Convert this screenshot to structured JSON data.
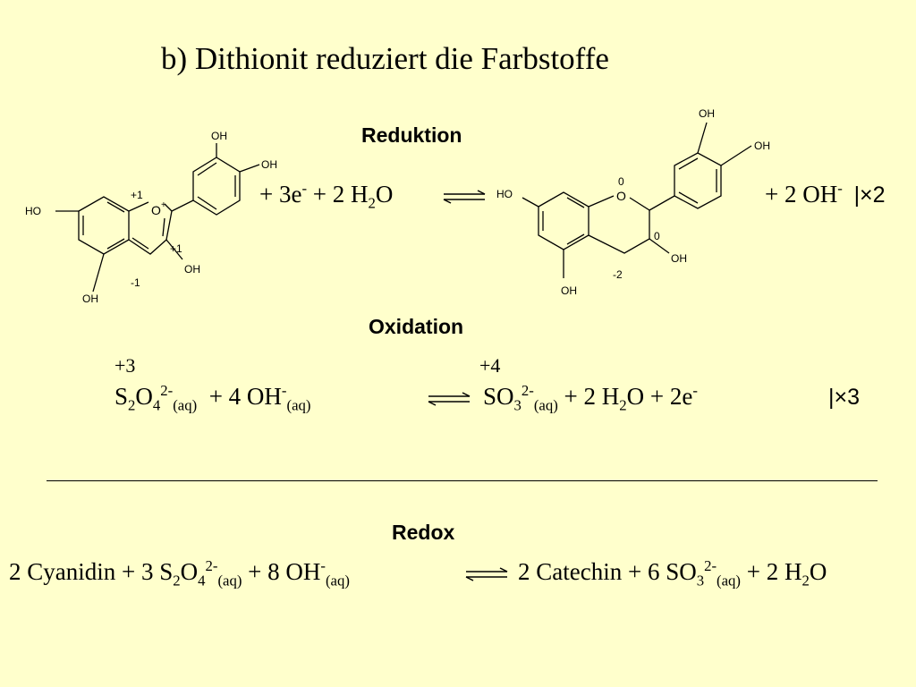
{
  "title": "b) Dithionit reduziert die Farbstoffe",
  "reduktion": {
    "heading": "Reduktion",
    "reactants": {
      "plus1": "+ 3e",
      "electron_sup": "-",
      "plus2": " + 2 H",
      "h2o_sub": "2",
      "h2o_o": "O"
    },
    "products": {
      "text": "+ 2 OH",
      "sup": "-",
      "factor": "|×2"
    },
    "cyanidin_labels": {
      "oh_top1": "OH",
      "oh_top2": "OH",
      "ho_left": "HO",
      "o_plus": "O",
      "plus_sign": "+",
      "ox_o": "+1",
      "ox_c3": "+1",
      "ox_c4": "-1",
      "oh_c3": "OH",
      "oh_bottom": "OH"
    },
    "catechin_labels": {
      "oh_top1": "OH",
      "oh_top2": "OH",
      "ho_left": "HO",
      "o_ring": "O",
      "ox_o": "0",
      "ox_c3": "0",
      "ox_c4": "-2",
      "oh_c3": "OH",
      "oh_bottom": "OH"
    }
  },
  "oxidation": {
    "heading": "Oxidation",
    "ox_left": "+3",
    "ox_right": "+4",
    "left": {
      "s": "S",
      "s_sub": "2",
      "o": "O",
      "o_sub": "4",
      "charge": "2-",
      "aq1": "(aq)",
      "plus_oh": "  + 4 OH",
      "oh_sup": "-",
      "aq2": "(aq)"
    },
    "right": {
      "so": "SO",
      "so_sub": "3",
      "charge": "2-",
      "aq": "(aq)",
      "rest1": " + 2 H",
      "h_sub": "2",
      "rest2": "O + 2e",
      "e_sup": "-"
    },
    "factor": "|×3"
  },
  "redox": {
    "heading": "Redox",
    "left": {
      "t1": "2 Cyanidin + 3 S",
      "s_sub": "2",
      "o": "O",
      "o_sub": "4",
      "charge": "2-",
      "aq1": "(aq)",
      "t2": " + 8 OH",
      "oh_sup": "-",
      "aq2": "(aq)"
    },
    "right": {
      "t1": "2 Catechin + 6 SO",
      "so_sub": "3",
      "charge": "2-",
      "aq": "(aq)",
      "t2": " + 2 H",
      "h_sub": "2",
      "t3": "O"
    }
  }
}
